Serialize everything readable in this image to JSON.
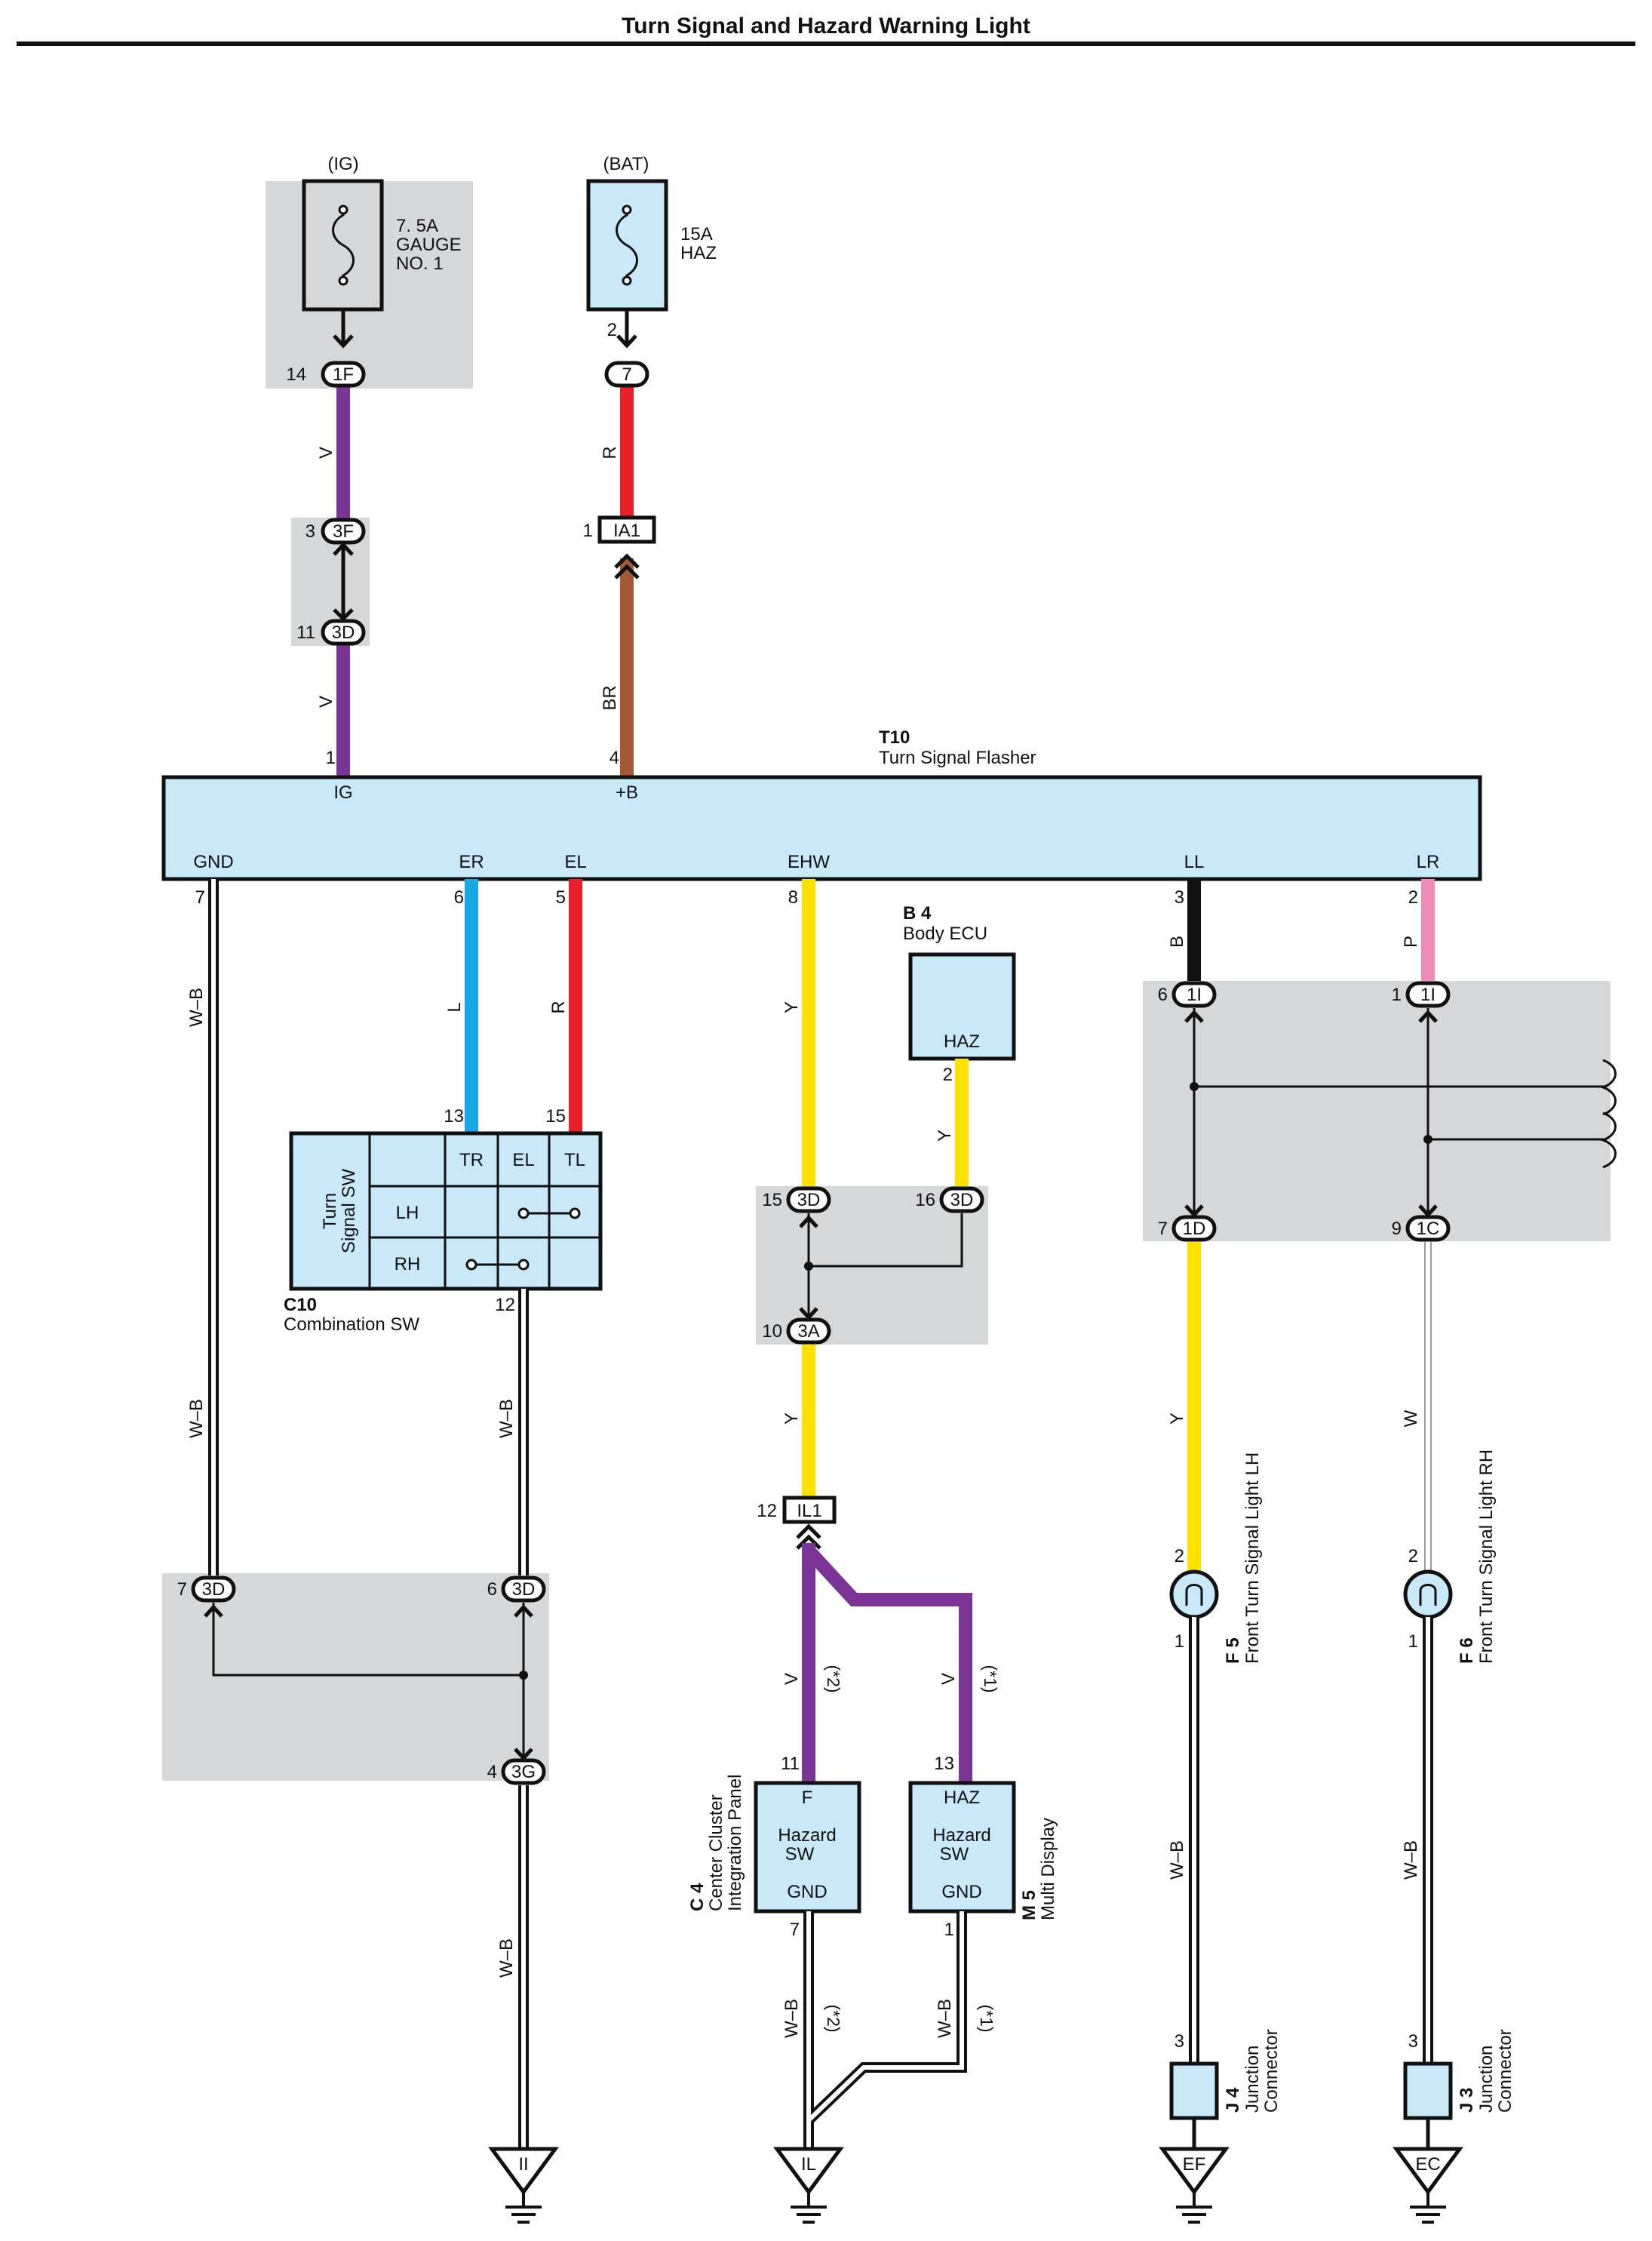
{
  "title": "Turn Signal and Hazard Warning Light",
  "colors": {
    "violet": "#7b3396",
    "red": "#e8202a",
    "brown": "#a55a35",
    "blue": "#1aa7e8",
    "yellow": "#ffe100",
    "black": "#111111",
    "pink": "#f08ab8",
    "component_fill": "#c9e9f8",
    "junction_gray": "#d6d7d9"
  },
  "power": {
    "ig_label": "(IG)",
    "bat_label": "(BAT)",
    "fuse1_rating": "7. 5A",
    "fuse1_name": "GAUGE",
    "fuse1_num": "NO. 1",
    "fuse2_rating": "15A",
    "fuse2_name": "HAZ"
  },
  "connectors": {
    "c1F": "1F",
    "c1F_pin": "14",
    "c7": "7",
    "c7_pin": "2",
    "c3F": "3F",
    "c3F_pin": "3",
    "c3D_a": "3D",
    "c3D_a_pin": "11",
    "cIA1": "IA1",
    "cIA1_pin": "1",
    "c1I_a": "1I",
    "c1I_a_pin": "6",
    "c1I_b": "1I",
    "c1I_b_pin": "1",
    "c1D": "1D",
    "c1D_pin": "7",
    "c1C": "1C",
    "c1C_pin": "9",
    "c3D_b": "3D",
    "c3D_b_pin": "15",
    "c3D_c": "3D",
    "c3D_c_pin": "16",
    "c3A": "3A",
    "c3A_pin": "10",
    "cIL1": "IL1",
    "cIL1_pin": "12",
    "c3D_d": "3D",
    "c3D_d_pin": "7",
    "c3D_e": "3D",
    "c3D_e_pin": "6",
    "c3G": "3G",
    "c3G_pin": "4"
  },
  "wires": {
    "v1": "V",
    "r1": "R",
    "v2": "V",
    "br": "BR",
    "wb1": "W–B",
    "l": "L",
    "r2": "R",
    "y1": "Y",
    "y2": "Y",
    "b": "B",
    "p": "P",
    "wb2": "W–B",
    "wb3": "W–B",
    "y3": "Y",
    "y4": "Y",
    "w": "W",
    "v3": "V",
    "v4": "V",
    "note2a": "(*2)",
    "note1a": "(*1)",
    "wb4": "W–B",
    "wb5": "W–B",
    "wb6": "W–B",
    "note2b": "(*2)",
    "note1b": "(*1)",
    "wb7": "W–B",
    "wb8": "W–B"
  },
  "flasher": {
    "code": "T10",
    "name": "Turn Signal Flasher",
    "pin_ig": "1",
    "term_ig": "IG",
    "pin_b": "4",
    "term_b": "+B",
    "term_gnd": "GND",
    "pin_gnd": "7",
    "term_er": "ER",
    "pin_er": "6",
    "term_el": "EL",
    "pin_el": "5",
    "term_ehw": "EHW",
    "pin_ehw": "8",
    "term_ll": "LL",
    "pin_ll": "3",
    "term_lr": "LR",
    "pin_lr": "2"
  },
  "body_ecu": {
    "code": "B 4",
    "name": "Body ECU",
    "term": "HAZ",
    "pin": "2"
  },
  "combo_sw": {
    "code": "C10",
    "name": "Combination SW",
    "side_label_1": "Turn",
    "side_label_2": "Signal SW",
    "col_tr": "TR",
    "col_el": "EL",
    "col_tl": "TL",
    "row_lh": "LH",
    "row_rh": "RH",
    "pin_13": "13",
    "pin_15": "15",
    "pin_12": "12"
  },
  "hazard_c4": {
    "code": "C 4",
    "name_1": "Center Cluster",
    "name_2": "Integration Panel",
    "term_top": "F",
    "label_1": "Hazard",
    "label_2": "SW",
    "term_bot": "GND",
    "pin_top": "11",
    "pin_bot": "7"
  },
  "hazard_m5": {
    "code": "M 5",
    "name": "Multi Display",
    "term_top": "HAZ",
    "label_1": "Hazard",
    "label_2": "SW",
    "term_bot": "GND",
    "pin_top": "13",
    "pin_bot": "1"
  },
  "lamp_lh": {
    "code": "F 5",
    "name": "Front Turn Signal Light LH",
    "pin_top": "2",
    "pin_bot": "1"
  },
  "lamp_rh": {
    "code": "F 6",
    "name": "Front Turn Signal Light RH",
    "pin_top": "2",
    "pin_bot": "1"
  },
  "jc_j4": {
    "code": "J 4",
    "name_1": "Junction",
    "name_2": "Connector",
    "pin": "3"
  },
  "jc_j3": {
    "code": "J 3",
    "name_1": "Junction",
    "name_2": "Connector",
    "pin": "3"
  },
  "grounds": {
    "g1": "II",
    "g2": "IL",
    "g3": "EF",
    "g4": "EC"
  }
}
